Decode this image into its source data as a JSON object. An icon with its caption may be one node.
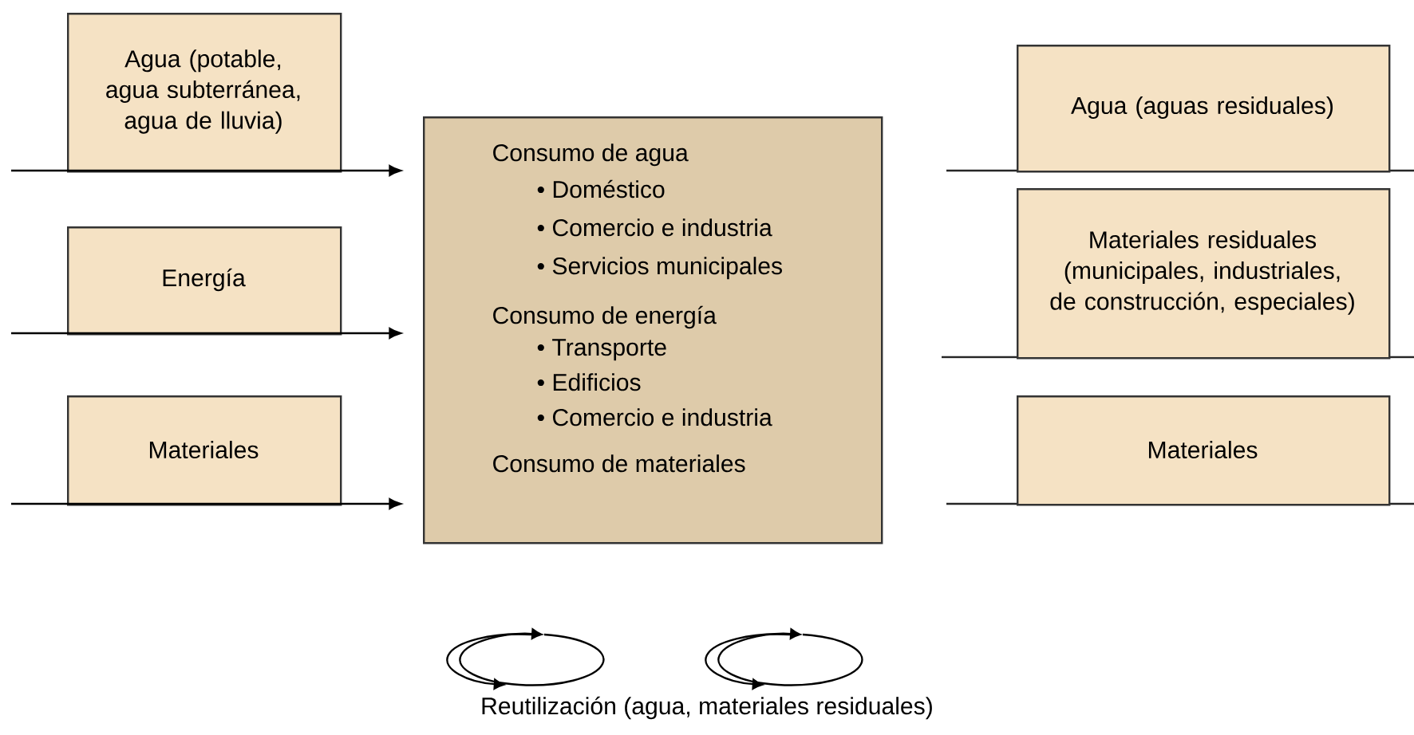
{
  "diagram": {
    "nodes": [
      {
        "text": [
          "Agua (potable, agua subterránea, agua de lluvia)"
        ]
      },
      {
        "text": [
          "Energía"
        ]
      },
      {
        "text": [
          "Materiales"
        ]
      },
      {
        "text": [
          "Consumo de agua",
          "• Doméstico",
          "• Comercio e industria",
          "• Servicios municipales",
          "Consumo de energía",
          "• Transporte",
          "• Edificios",
          "• Comercio e industria",
          "Consumo de materiales"
        ]
      },
      {
        "text": [
          "Agua (aguas residuales)"
        ]
      },
      {
        "text": [
          "Materiales residuales (municipales, industriales, de construcción, especiales)"
        ]
      },
      {
        "text": [
          "Materiales"
        ]
      }
    ],
    "edges": [
      {
        "from": null,
        "to": 3,
        "arrow": "to"
      },
      {
        "from": null,
        "to": 3,
        "arrow": "to"
      },
      {
        "from": null,
        "to": 3,
        "arrow": "to"
      }
    ],
    "labels": [
      "Reutilización (agua, materiales residuales)"
    ]
  }
}
